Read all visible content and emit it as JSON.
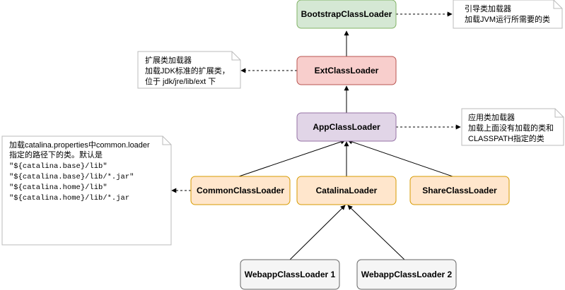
{
  "nodes": {
    "bootstrap": {
      "label": "BootstrapClassLoader",
      "fill": "#d5e8d4",
      "stroke": "#82b366"
    },
    "ext": {
      "label": "ExtClassLoader",
      "fill": "#f8cecc",
      "stroke": "#b85450"
    },
    "app": {
      "label": "AppClassLoader",
      "fill": "#e1d5e7",
      "stroke": "#9673a6"
    },
    "common": {
      "label": "CommonClassLoader",
      "fill": "#ffe6cc",
      "stroke": "#d79b00"
    },
    "catalina": {
      "label": "CatalinaLoader",
      "fill": "#ffe6cc",
      "stroke": "#d79b00"
    },
    "share": {
      "label": "ShareClassLoader",
      "fill": "#ffe6cc",
      "stroke": "#d79b00"
    },
    "webapp1": {
      "label": "WebappClassLoader 1",
      "fill": "#f5f5f5",
      "stroke": "#666666"
    },
    "webapp2": {
      "label": "WebappClassLoader 2",
      "fill": "#f5f5f5",
      "stroke": "#666666"
    }
  },
  "notes": {
    "bootstrap": {
      "lines": [
        "引导类加载器",
        "加载JVM运行所需要的类"
      ]
    },
    "ext": {
      "lines": [
        "扩展类加载器",
        "加载JDK标准的扩展类，",
        "位于 jdk/jre/lib/ext 下"
      ]
    },
    "app": {
      "lines": [
        "应用类加载器",
        "加载上面没有加载的类和",
        "CLASSPATH指定的类"
      ]
    },
    "common": {
      "lines": [
        "加载catalina.properties中common.loader",
        " 指定的路径下的类。默认是"
      ],
      "paths": [
        "\"${catalina.base}/lib\"",
        "\"${catalina.base}/lib/*.jar\"",
        "\"${catalina.home}/lib\"",
        "\"${catalina.home}/lib/*.jar"
      ]
    }
  }
}
